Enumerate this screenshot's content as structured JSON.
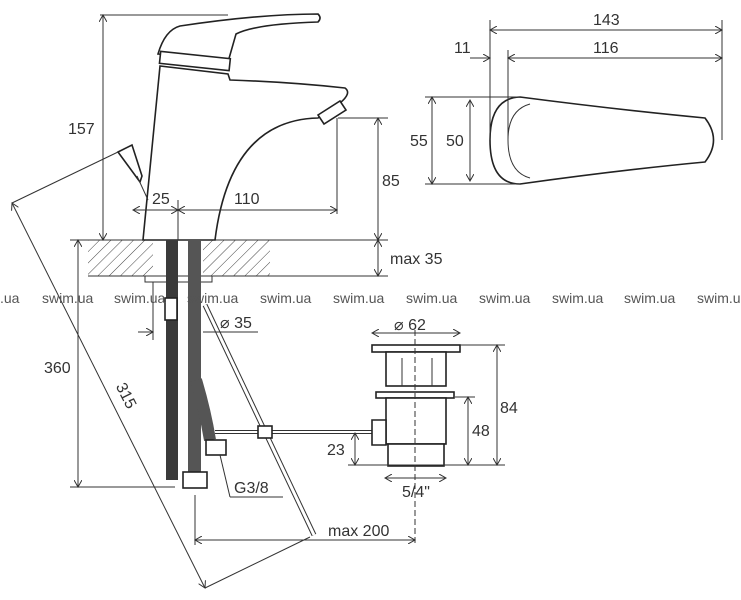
{
  "dimensions": {
    "height_total": "157",
    "spout_height": "85",
    "offset_25": "25",
    "spout_reach": "110",
    "max_counter": "max 35",
    "hose_length": "360",
    "rod_length": "315",
    "hole_diameter": "⌀ 35",
    "thread": "G3/8",
    "max_200": "max 200",
    "drain_diameter": "⌀ 62",
    "drain_height": "84",
    "drain_body": "48",
    "drain_outlet": "23",
    "drain_thread": "5/4\"",
    "handle_length": "143",
    "handle_body": "116",
    "handle_offset": "11",
    "handle_width_outer": "55",
    "handle_width_inner": "50"
  },
  "watermark": {
    "text": "swim.ua",
    "partial": ".ua"
  }
}
